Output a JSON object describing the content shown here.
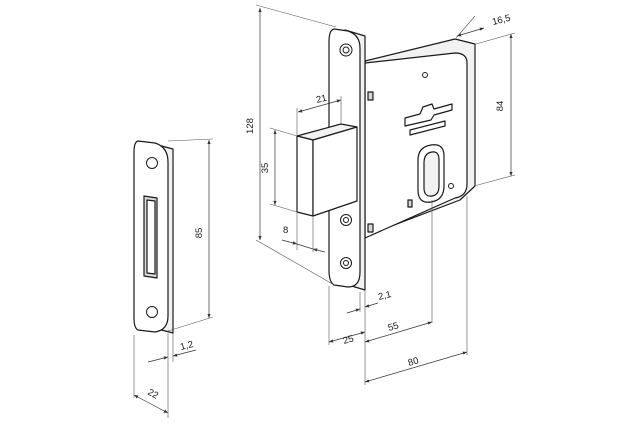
{
  "dimensions": {
    "d16_5": "16,5",
    "d84": "84",
    "d128": "128",
    "d21": "21",
    "d35": "35",
    "d8": "8",
    "d85": "85",
    "d2_1": "2,1",
    "d25": "25",
    "d55": "55",
    "d80": "80",
    "d1_2": "1,2",
    "d22": "22"
  }
}
